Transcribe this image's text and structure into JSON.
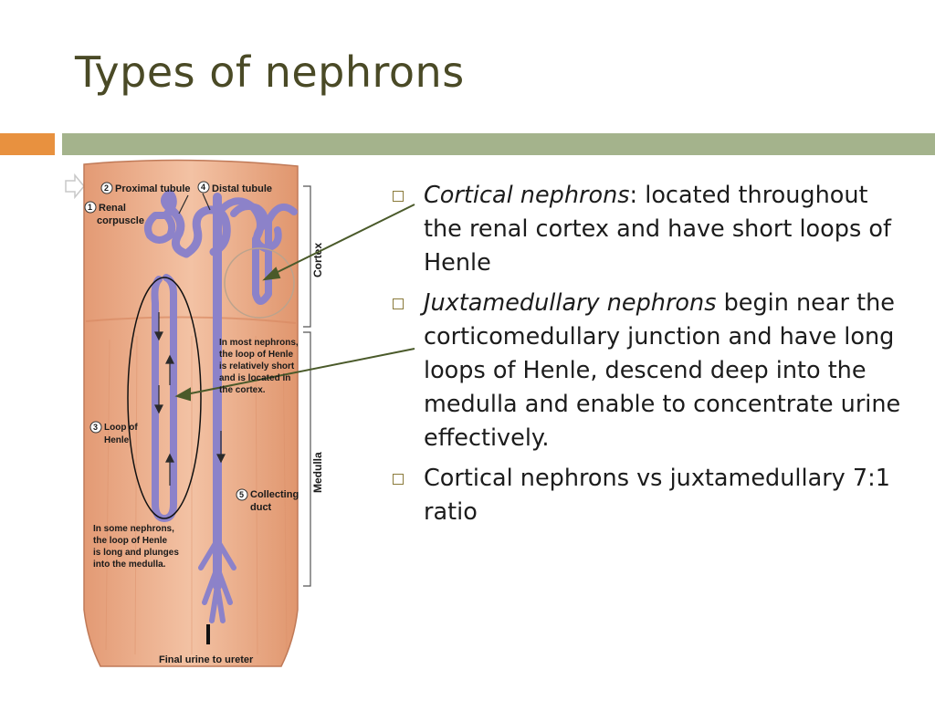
{
  "slide": {
    "title": "Types of nephrons"
  },
  "figure": {
    "labels": {
      "proximal": "Proximal tubule",
      "distal": "Distal tubule",
      "renal1": "Renal",
      "renal2": "corpuscle",
      "num1": "1",
      "num2": "2",
      "num3": "3",
      "num4": "4",
      "num5": "5",
      "loop1": "Loop of",
      "loop2": "Henle",
      "most1": "In most nephrons,",
      "most2": "the loop of Henle",
      "most3": "is relatively short",
      "most4": "and is located in",
      "most5": "the cortex.",
      "some1": "In some nephrons,",
      "some2": "the loop of Henle",
      "some3": "is long and plunges",
      "some4": "into the medulla.",
      "coll1": "Collecting",
      "coll2": "duct",
      "final": "Final urine to ureter",
      "cortex": "Cortex",
      "medulla": "Medulla"
    }
  },
  "bullets": [
    {
      "italic": "Cortical nephrons",
      "rest": ": located throughout the renal cortex and have short loops of Henle"
    },
    {
      "italic": "Juxtamedullary nephrons",
      "rest": " begin near the corticomedullary junction and have long loops of Henle, descend deep into the medulla and enable to concentrate urine effectively."
    },
    {
      "italic": "",
      "rest": "Cortical nephrons vs juxtamedullary 7:1 ratio"
    }
  ],
  "colors": {
    "title": "#4a4a26",
    "accent_orange": "#e8913f",
    "accent_green": "#a4b38c",
    "tissue": "#e9a683",
    "tubule": "#8c82c9",
    "pointer": "#4a5a2a"
  }
}
